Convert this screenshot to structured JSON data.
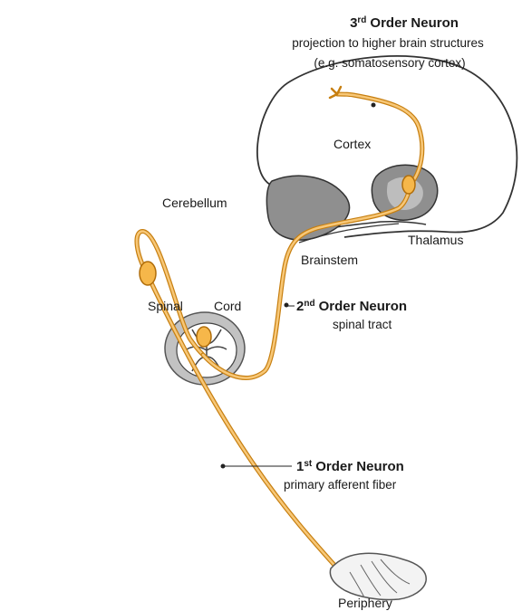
{
  "third_order": {
    "ordinal": "3",
    "suffix": "rd",
    "title": "Order Neuron",
    "line1": "projection to higher brain structures",
    "line2": "(e.g. somatosensory cortex)"
  },
  "second_order": {
    "ordinal": "2",
    "suffix": "nd",
    "title": "Order Neuron",
    "line1": "spinal tract"
  },
  "first_order": {
    "ordinal": "1",
    "suffix": "st",
    "title": "Order Neuron",
    "line1": "primary afferent fiber"
  },
  "labels": {
    "cortex": "Cortex",
    "cerebellum": "Cerebellum",
    "thalamus": "Thalamus",
    "brainstem": "Brainstem",
    "spinal": "Spinal",
    "cord": "Cord",
    "periphery": "Periphery"
  },
  "colors": {
    "neuron_fill": "#f7c777",
    "neuron_stroke": "#c77f10",
    "cell_body": "#f6b74a",
    "gray_structure": "#8f8f8f",
    "gray_light": "#d2d2d2",
    "outline": "#333333"
  }
}
